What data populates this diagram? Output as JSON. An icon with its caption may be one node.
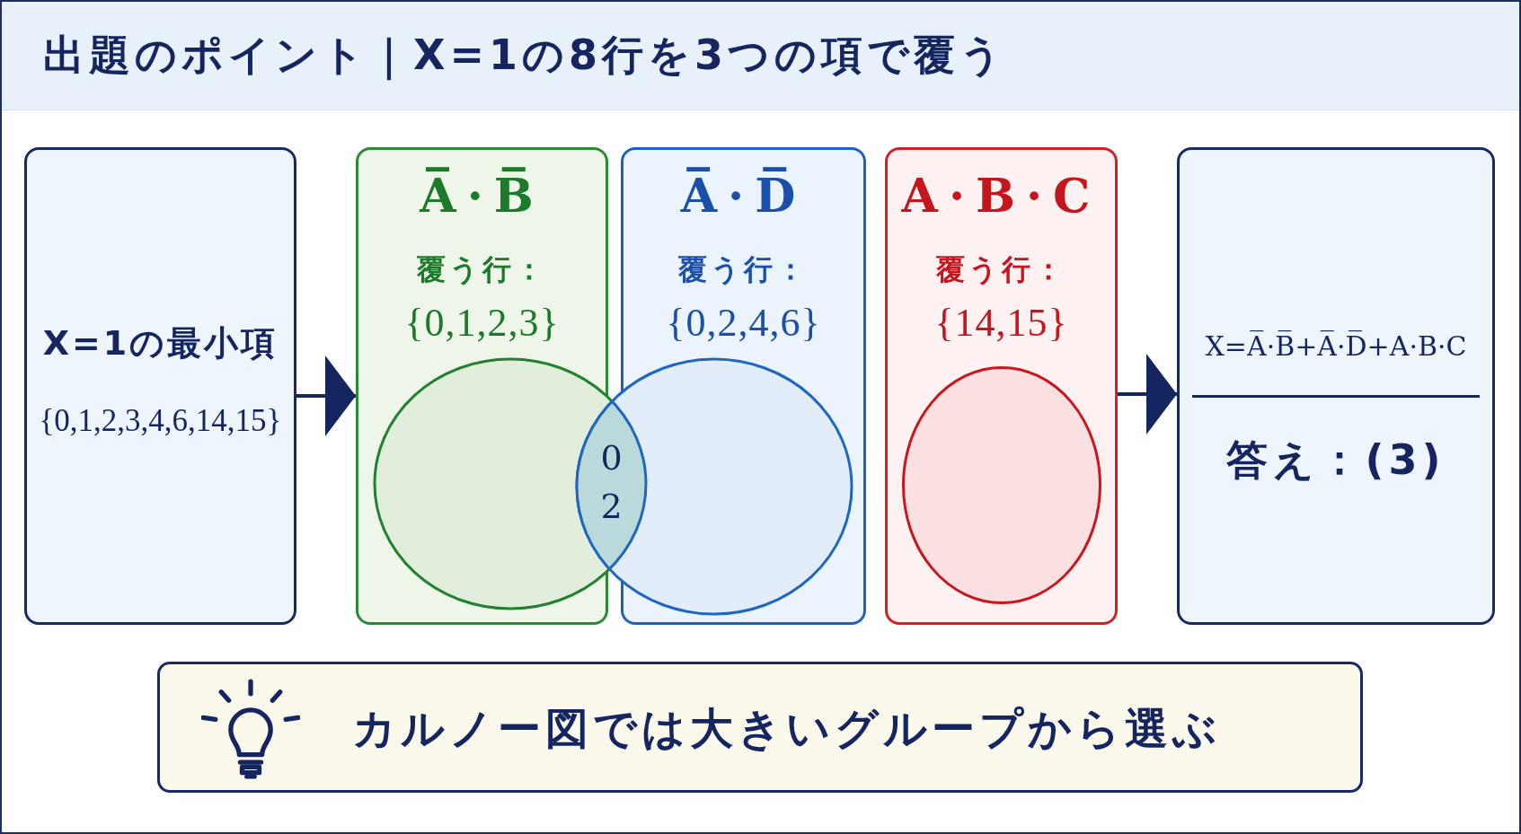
{
  "diagram": {
    "title": "出題のポイント｜X=1の8行を3つの項で覆う",
    "nodes": [
      {
        "text": [
          "X=1の最小項",
          "{0,1,2,3,4,6,14,15}"
        ]
      },
      {
        "text": [
          "A̅·B̅",
          "覆う行：",
          "{0,1,2,3}"
        ]
      },
      {
        "text": [
          "A̅·D̅",
          "覆う行：",
          "{0,2,4,6}"
        ]
      },
      {
        "text": [
          "A·B·C",
          "覆う行：",
          "{14,15}"
        ]
      },
      {
        "text": [],
        "shape": "ellipse",
        "in": 3
      },
      {
        "text": [
          "0 2"
        ]
      },
      {
        "text": [
          "X=A̅·B̅+A̅·D̅+A·B·C",
          "答え：(3)"
        ]
      },
      {
        "text": [
          "カルノー図では大きいグループから選ぶ"
        ]
      }
    ],
    "edges": [
      {
        "from": 0,
        "to": 1,
        "arrow": "to"
      },
      {
        "from": 3,
        "to": 6,
        "arrow": "to"
      }
    ]
  }
}
